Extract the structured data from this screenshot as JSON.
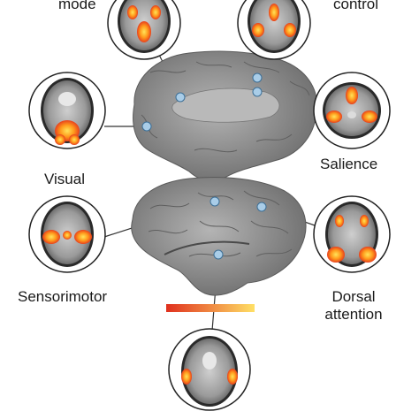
{
  "labels": {
    "default_mode": "mode",
    "control": "control",
    "visual": "Visual",
    "salience": "Salience",
    "sensorimotor": "Sensorimotor",
    "dorsal_attention_line1": "Dorsal",
    "dorsal_attention_line2": "attention"
  },
  "colors": {
    "brain_gray": "#8c8c8c",
    "activation_red": "#e8401c",
    "activation_yellow": "#ffd23a",
    "node_blue": "#a9cde8",
    "connector": "#333333"
  },
  "colorbar": {
    "from_color": "#e0301e",
    "to_color": "#ffe066"
  }
}
